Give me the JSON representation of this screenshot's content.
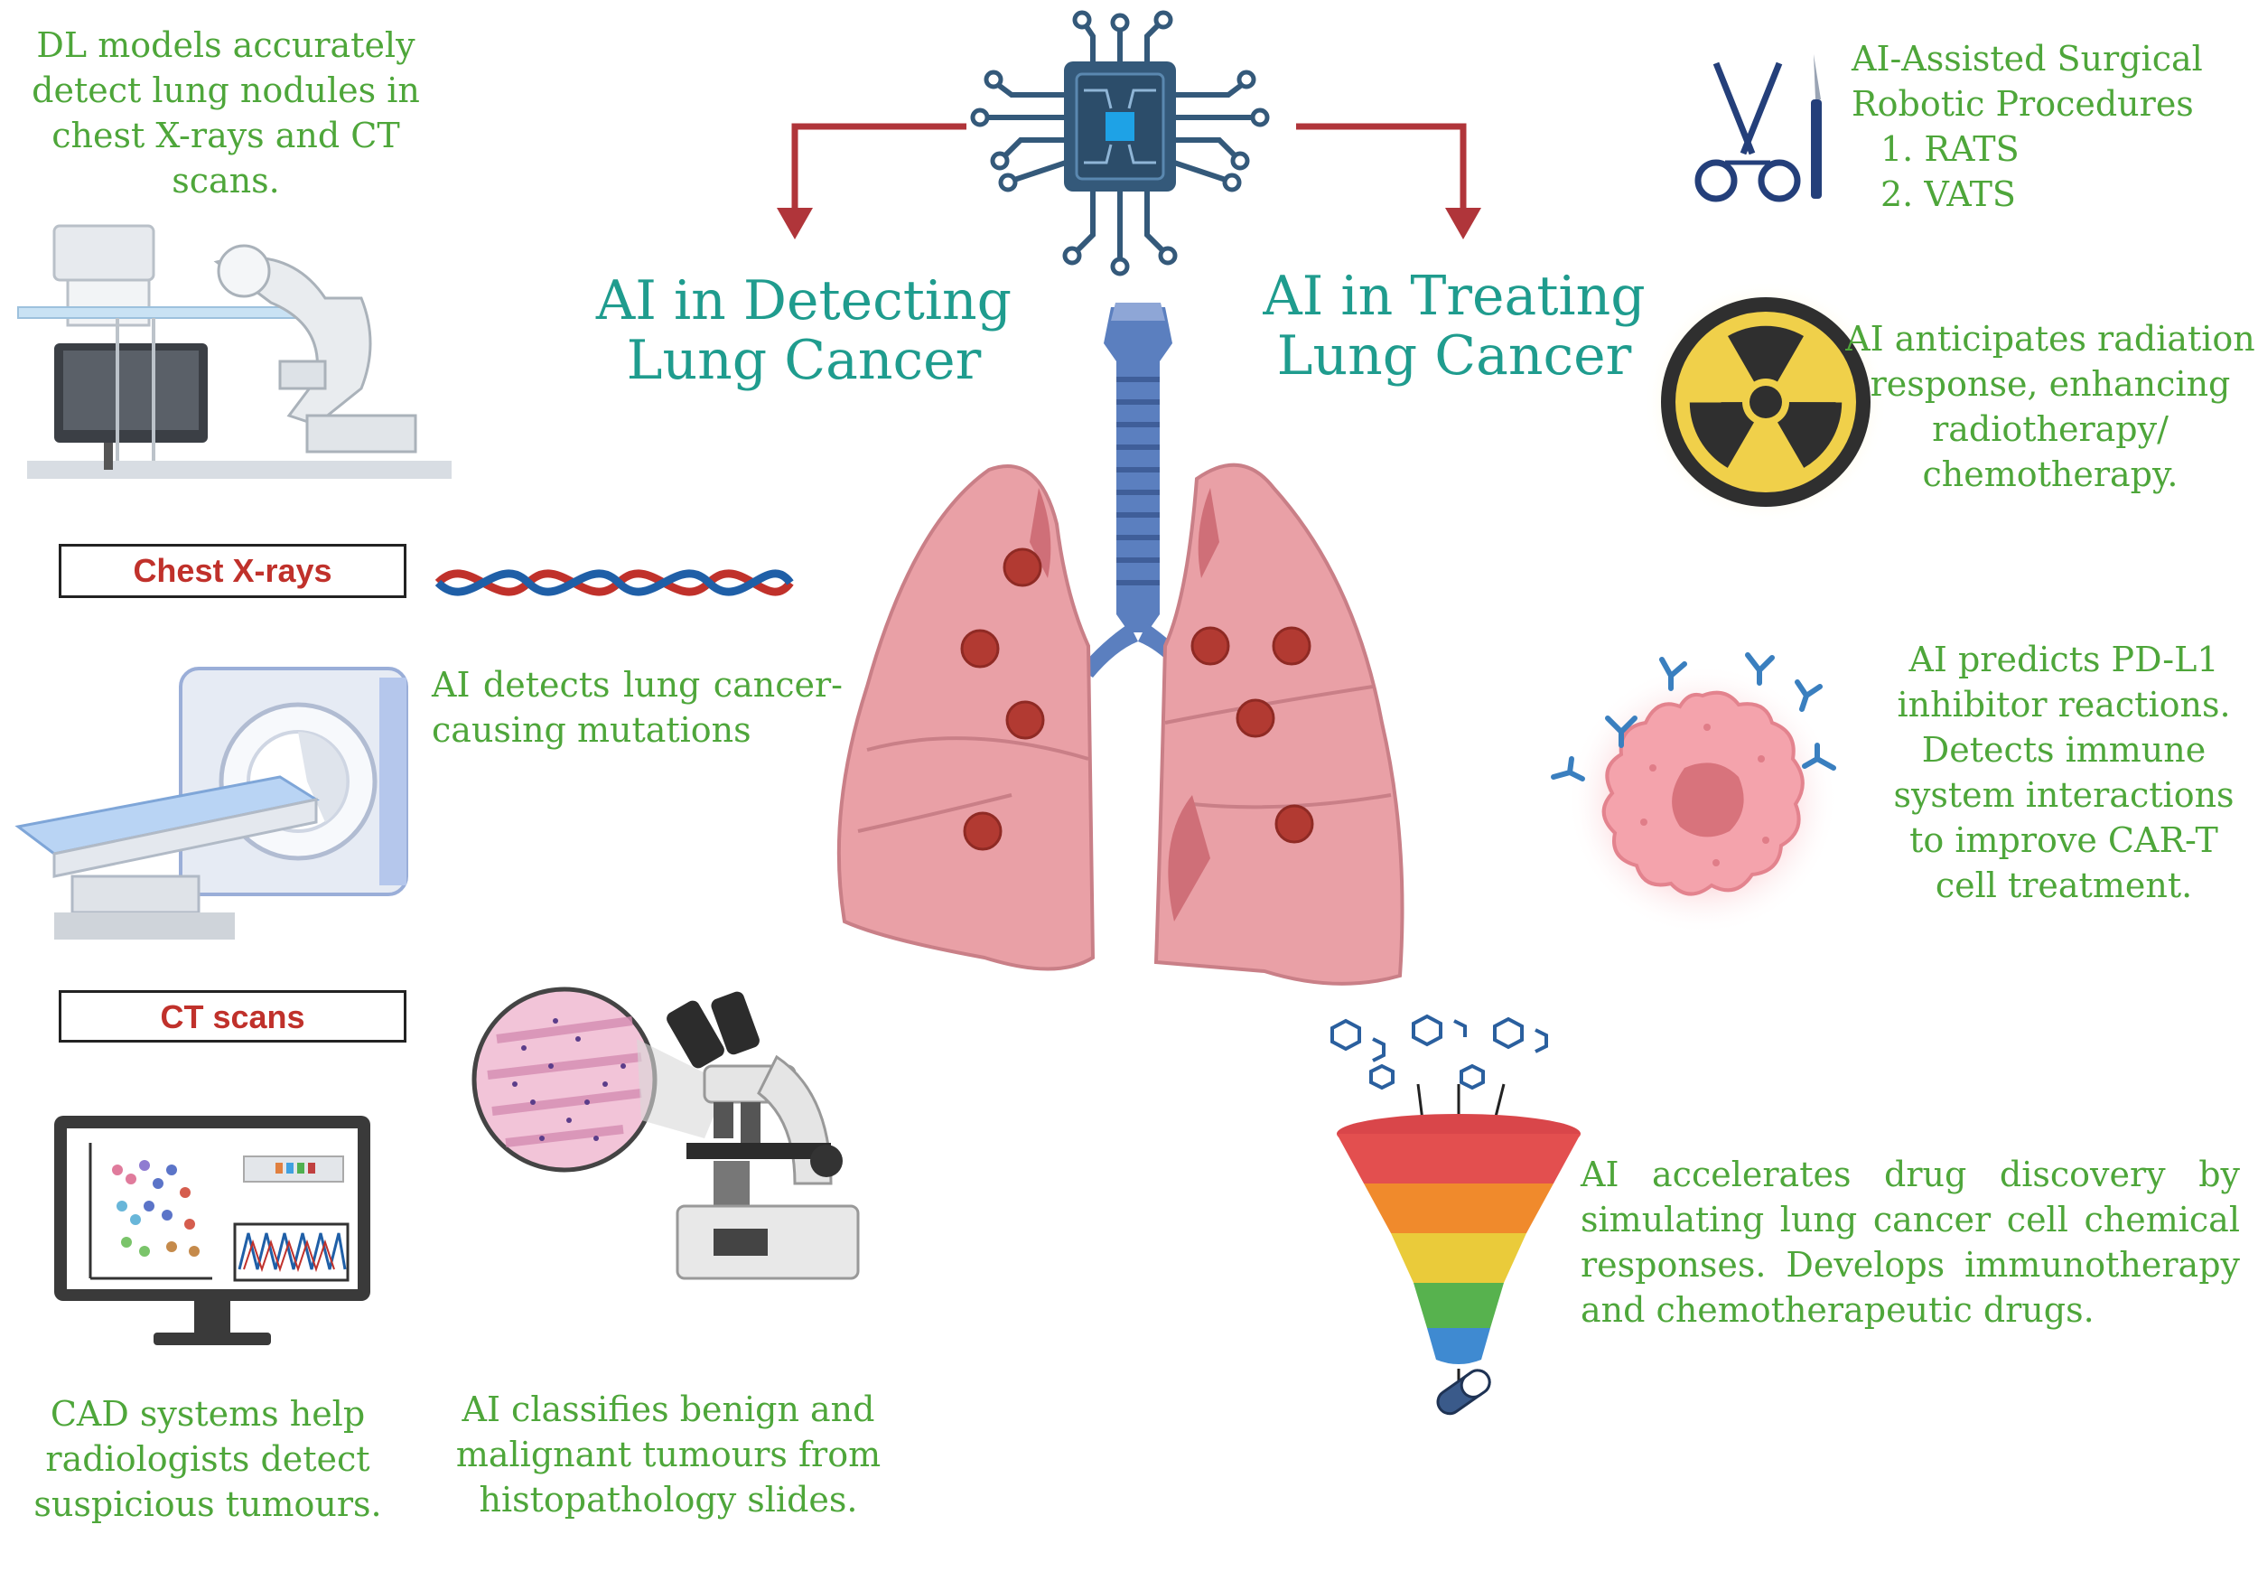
{
  "colors": {
    "green_text": "#4ea63a",
    "teal_heading": "#1f9c8e",
    "arrow_red": "#b0353a",
    "label_red": "#c0312b",
    "lung_pink": "#e9a0a6",
    "tumor_red": "#b23a32",
    "trachea_blue": "#5b7fbf",
    "chip_navy": "#34597a"
  },
  "headings": {
    "detect_line1": "AI in Detecting",
    "detect_line2": "Lung Cancer",
    "treat_line1": "AI in Treating",
    "treat_line2": "Lung Cancer"
  },
  "left": {
    "dl_models": [
      "DL  models accurately",
      "detect lung nodules in",
      "chest X-rays and CT",
      "scans."
    ],
    "chest_xrays_label": "Chest X-rays",
    "mutations": [
      "AI detects lung cancer-",
      "causing mutations"
    ],
    "ct_scans_label": "CT scans",
    "cad": [
      "CAD systems help",
      "radiologists detect",
      "suspicious tumours."
    ],
    "histopathology": [
      "AI classifies benign and",
      "malignant tumours from",
      "histopathology slides."
    ]
  },
  "right": {
    "surgical": [
      "AI-Assisted Surgical",
      "Robotic Procedures",
      "1.  RATS",
      "2.  VATS"
    ],
    "radiation": [
      "AI anticipates radiation",
      "response, enhancing",
      "radiotherapy/",
      "chemotherapy."
    ],
    "pdl1": [
      "AI predicts PD-L1",
      "inhibitor reactions.",
      "Detects immune",
      "system interactions",
      "to improve CAR-T",
      "cell treatment."
    ],
    "drug": [
      "AI    accelerates    drug    discovery    by",
      "simulating  lung  cancer  cell  chemical",
      "responses.  Develops  immunotherapy",
      "and chemotherapeutic drugs."
    ]
  },
  "icons": [
    "ai-chip-icon",
    "trachea-icon",
    "lungs-icon",
    "xray-machine-icon",
    "dna-icon",
    "ct-scanner-icon",
    "monitor-icon",
    "microscope-icon",
    "surgical-tools-icon",
    "radiation-icon",
    "cancer-cell-icon",
    "funnel-icon",
    "pill-icon"
  ]
}
